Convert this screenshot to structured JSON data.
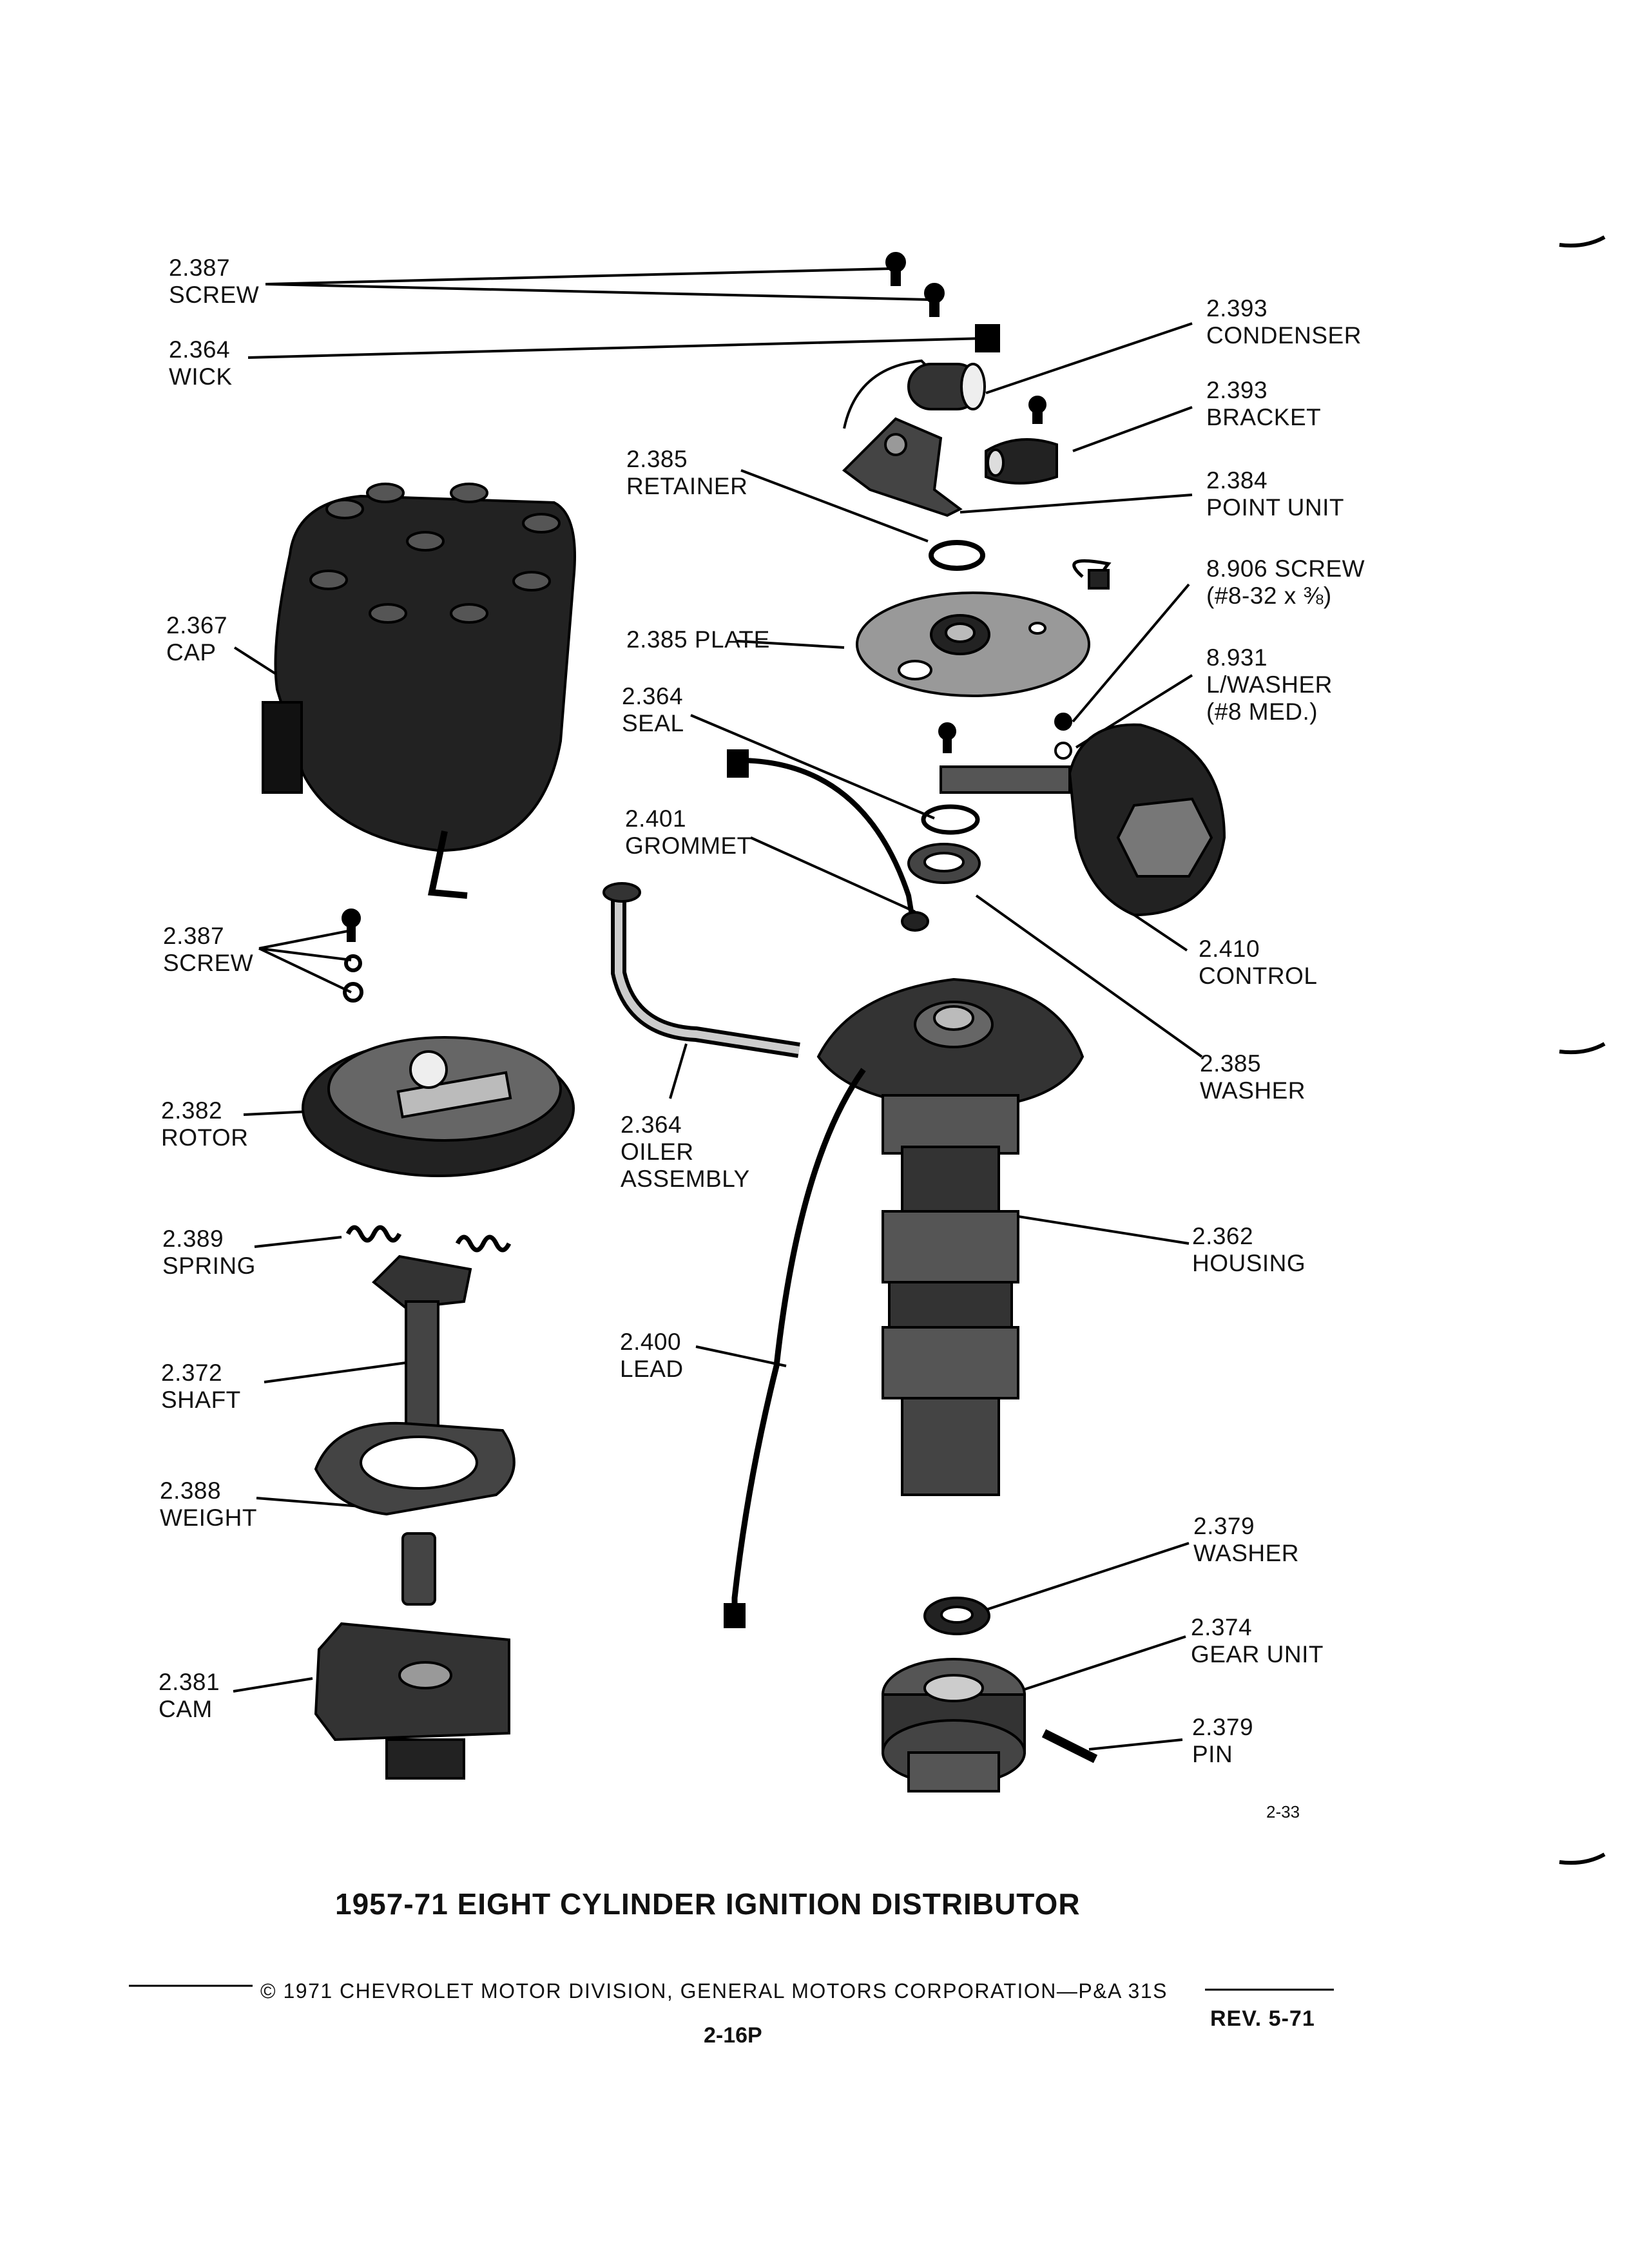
{
  "labels": {
    "screw_top": {
      "num": "2.387",
      "name": "SCREW"
    },
    "wick": {
      "num": "2.364",
      "name": "WICK"
    },
    "condenser": {
      "num": "2.393",
      "name": "CONDENSER"
    },
    "bracket": {
      "num": "2.393",
      "name": "BRACKET"
    },
    "retainer": {
      "num": "2.385",
      "name": "RETAINER"
    },
    "point_unit": {
      "num": "2.384",
      "name": "POINT UNIT"
    },
    "screw_8906": {
      "line1": "8.906 SCREW",
      "line2": "(#8-32 x ⅜)"
    },
    "lwasher_8931": {
      "num": "8.931",
      "name": "L/WASHER",
      "spec": "(#8 MED.)"
    },
    "cap": {
      "num": "2.367",
      "name": "CAP"
    },
    "plate": {
      "line1": "2.385 PLATE"
    },
    "seal": {
      "num": "2.364",
      "name": "SEAL"
    },
    "grommet": {
      "num": "2.401",
      "name": "GROMMET"
    },
    "screw_rotor": {
      "num": "2.387",
      "name": "SCREW"
    },
    "control": {
      "num": "2.410",
      "name": "CONTROL"
    },
    "washer_2385": {
      "num": "2.385",
      "name": "WASHER"
    },
    "rotor": {
      "num": "2.382",
      "name": "ROTOR"
    },
    "oiler": {
      "num": "2.364",
      "name": "OILER",
      "name2": "ASSEMBLY"
    },
    "spring": {
      "num": "2.389",
      "name": "SPRING"
    },
    "housing": {
      "num": "2.362",
      "name": "HOUSING"
    },
    "shaft": {
      "num": "2.372",
      "name": "SHAFT"
    },
    "lead": {
      "num": "2.400",
      "name": "LEAD"
    },
    "weight": {
      "num": "2.388",
      "name": "WEIGHT"
    },
    "washer_2379": {
      "num": "2.379",
      "name": "WASHER"
    },
    "cam": {
      "num": "2.381",
      "name": "CAM"
    },
    "gear_unit": {
      "num": "2.374",
      "name": "GEAR UNIT"
    },
    "pin": {
      "num": "2.379",
      "name": "PIN"
    }
  },
  "figure_number": "2-33",
  "caption": "1957-71 EIGHT CYLINDER IGNITION DISTRIBUTOR",
  "footer": {
    "copyright": "© 1971 CHEVROLET MOTOR DIVISION, GENERAL MOTORS CORPORATION—P&A 31S",
    "revision": "REV. 5-71",
    "page": "2-16P"
  }
}
